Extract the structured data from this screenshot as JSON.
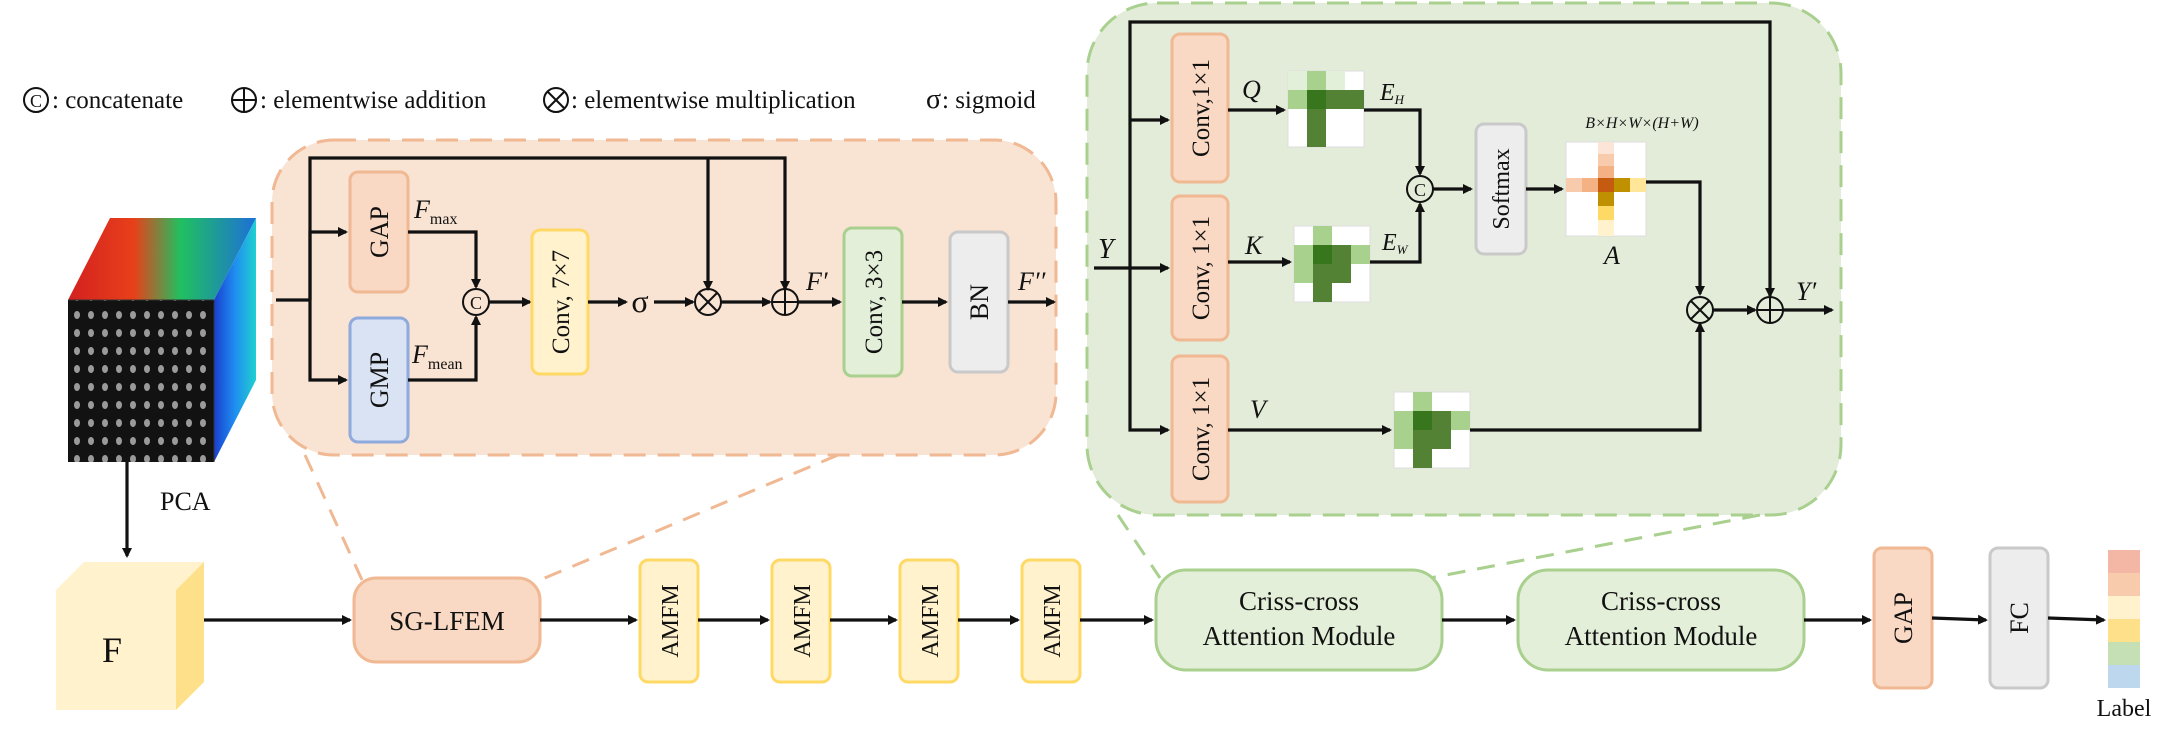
{
  "legend": {
    "concat_symbol": "C",
    "concat_text": ": concatenate",
    "add_symbol": "+",
    "add_text": ": elementwise addition",
    "mul_symbol": "×",
    "mul_text": ": elementwise multiplication",
    "sigma_symbol": "σ",
    "sigma_text": ": sigmoid"
  },
  "input": {
    "pca_label": "PCA",
    "f_label": "F"
  },
  "pipeline": {
    "sg_lfem": "SG-LFEM",
    "amfm": [
      "AMFM",
      "AMFM",
      "AMFM",
      "AMFM"
    ],
    "cca_1": [
      "Criss-cross",
      "Attention Module"
    ],
    "cca_2": [
      "Criss-cross",
      "Attention Module"
    ],
    "gap": "GAP",
    "fc": "FC",
    "output_label": "Label"
  },
  "sg_lfem_detail": {
    "gap": "GAP",
    "gmp": "GMP",
    "f_max": "F",
    "f_max_sub": "max",
    "f_mean": "F",
    "f_mean_sub": "mean",
    "conv7": "Conv, 7×7",
    "sigma": "σ",
    "f_prime": "F′",
    "conv3": "Conv, 3×3",
    "bn": "BN",
    "f_dprime": "F′′"
  },
  "cca_detail": {
    "input": "Y",
    "conv_q": "Conv,1×1",
    "conv_k": "Conv, 1×1",
    "conv_v": "Conv, 1×1",
    "q": "Q",
    "k": "K",
    "v": "V",
    "e_h": "E",
    "e_h_sub": "H",
    "e_w": "E",
    "e_w_sub": "W",
    "softmax": "Softmax",
    "dims": "B×H×W×(H+W)",
    "a": "A",
    "output": "Y′"
  },
  "colors": {
    "orange_fill": "#f9e3d3",
    "orange_border": "#f0b893",
    "green_fill": "#e3ecd9",
    "green_border": "#a9d08e",
    "yellow_fill": "#fff2cc",
    "yellow_border": "#ffd966",
    "blue_fill": "#dae3f3",
    "blue_border": "#8faadc",
    "gray_fill": "#ededed",
    "gray_border": "#c9c9c9"
  }
}
